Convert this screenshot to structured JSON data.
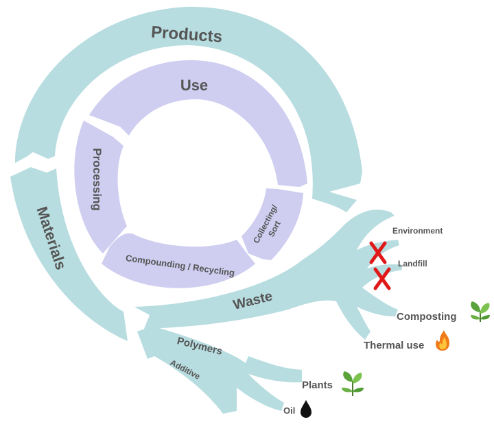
{
  "outer_ring": {
    "products_label": "Products",
    "materials_label": "Materials",
    "waste_label": "Waste"
  },
  "inner_ring": {
    "use_label": "Use",
    "processing_label": "Processing",
    "compounding_label": "Compounding / Recycling",
    "collecting_label_line1": "Collecting/",
    "collecting_label_line2": "Sort"
  },
  "outputs": {
    "environment": "Environment",
    "landfill": "Landfill",
    "composting": "Composting",
    "thermal_use": "Thermal use"
  },
  "inputs": {
    "polymers": "Polymers",
    "additive": "Additive",
    "plants": "Plants",
    "oil": "Oil"
  },
  "colors": {
    "outer_ring": "#b8dde0",
    "inner_ring": "#cfcdf0",
    "text": "#555555",
    "cross": "#e01818",
    "leaf": "#5aa33a",
    "flame": "#f07a18",
    "oil_drop": "#111111"
  },
  "icons": {
    "environment_mark": "red-cross-icon",
    "landfill_mark": "red-cross-icon",
    "composting_mark": "seedling-icon",
    "thermal_mark": "flame-icon",
    "plants_mark": "seedling-icon",
    "oil_mark": "oil-drop-icon"
  }
}
